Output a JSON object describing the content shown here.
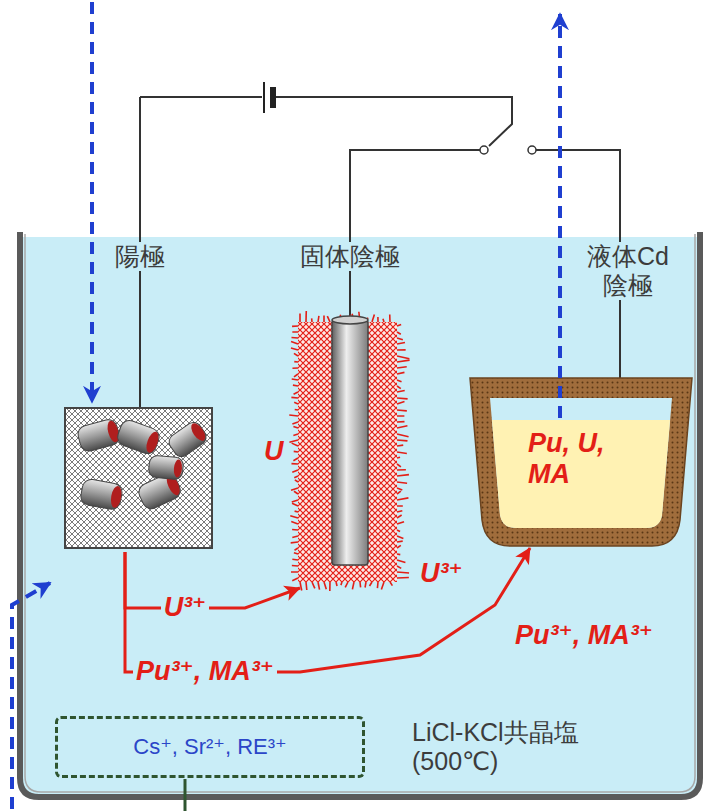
{
  "diagram": {
    "nodes": [
      {
        "text": [
          "LiCl-KCl共晶塩 (500℃)"
        ]
      },
      {
        "text": [
          "陽極"
        ],
        "in": 0
      },
      {
        "text": [
          "固体陰極",
          "U"
        ],
        "in": 0
      },
      {
        "text": [
          "液体Cd 陰極",
          "Pu, U, MA"
        ],
        "in": 0
      },
      {
        "text": [
          "Cs⁺, Sr²⁺, RE³⁺"
        ],
        "in": 0
      }
    ],
    "edges": [
      {
        "from": 1,
        "to": 2,
        "arrow": "to",
        "label": "U³⁺"
      },
      {
        "from": 1,
        "to": 3,
        "arrow": "to",
        "label": "Pu³⁺, MA³⁺"
      }
    ],
    "labels": [
      "U³⁺",
      "Pu³⁺, MA³⁺"
    ]
  }
}
